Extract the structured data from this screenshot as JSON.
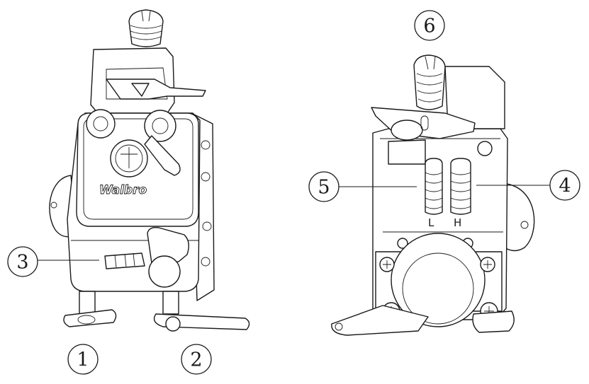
{
  "brand_text": "Walbro",
  "needle_labels": {
    "low": "L",
    "high": "H"
  },
  "callouts": [
    {
      "id": "1",
      "label": "1"
    },
    {
      "id": "2",
      "label": "2"
    },
    {
      "id": "3",
      "label": "3"
    },
    {
      "id": "4",
      "label": "4"
    },
    {
      "id": "5",
      "label": "5"
    },
    {
      "id": "6",
      "label": "6"
    }
  ]
}
